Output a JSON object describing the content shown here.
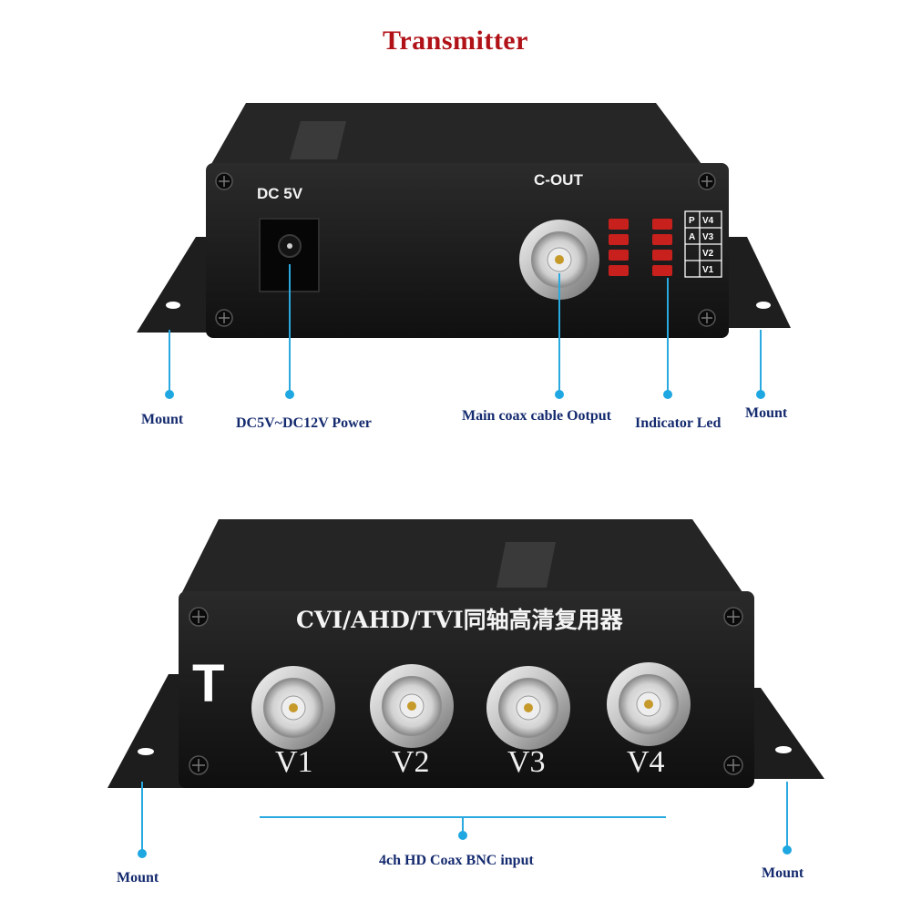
{
  "title": "Transmitter",
  "top_device": {
    "panel_labels": {
      "dc": "DC 5V",
      "cout": "C-OUT"
    },
    "indicator_grid": [
      [
        "P",
        "V4"
      ],
      [
        "A",
        "V3"
      ],
      [
        "",
        "V2"
      ],
      [
        "",
        "V1"
      ]
    ],
    "callouts": {
      "mount_left": "Mount",
      "power": "DC5V~DC12V Power",
      "coax_output": "Main coax cable Ootput",
      "indicator": "Indicator Led",
      "mount_right": "Mount"
    }
  },
  "bottom_device": {
    "panel_title": "CVI/AHD/TVI同轴高清复用器",
    "badge": "T",
    "ports": [
      "V1",
      "V2",
      "V3",
      "V4"
    ],
    "callouts": {
      "mount_left": "Mount",
      "bnc_input": "4ch HD Coax BNC input",
      "mount_right": "Mount"
    }
  },
  "colors": {
    "title": "#b01218",
    "callout_text": "#142a6e",
    "leader": "#2aa9e0",
    "device_body": "#1b1b1b",
    "led": "#c8201c"
  }
}
